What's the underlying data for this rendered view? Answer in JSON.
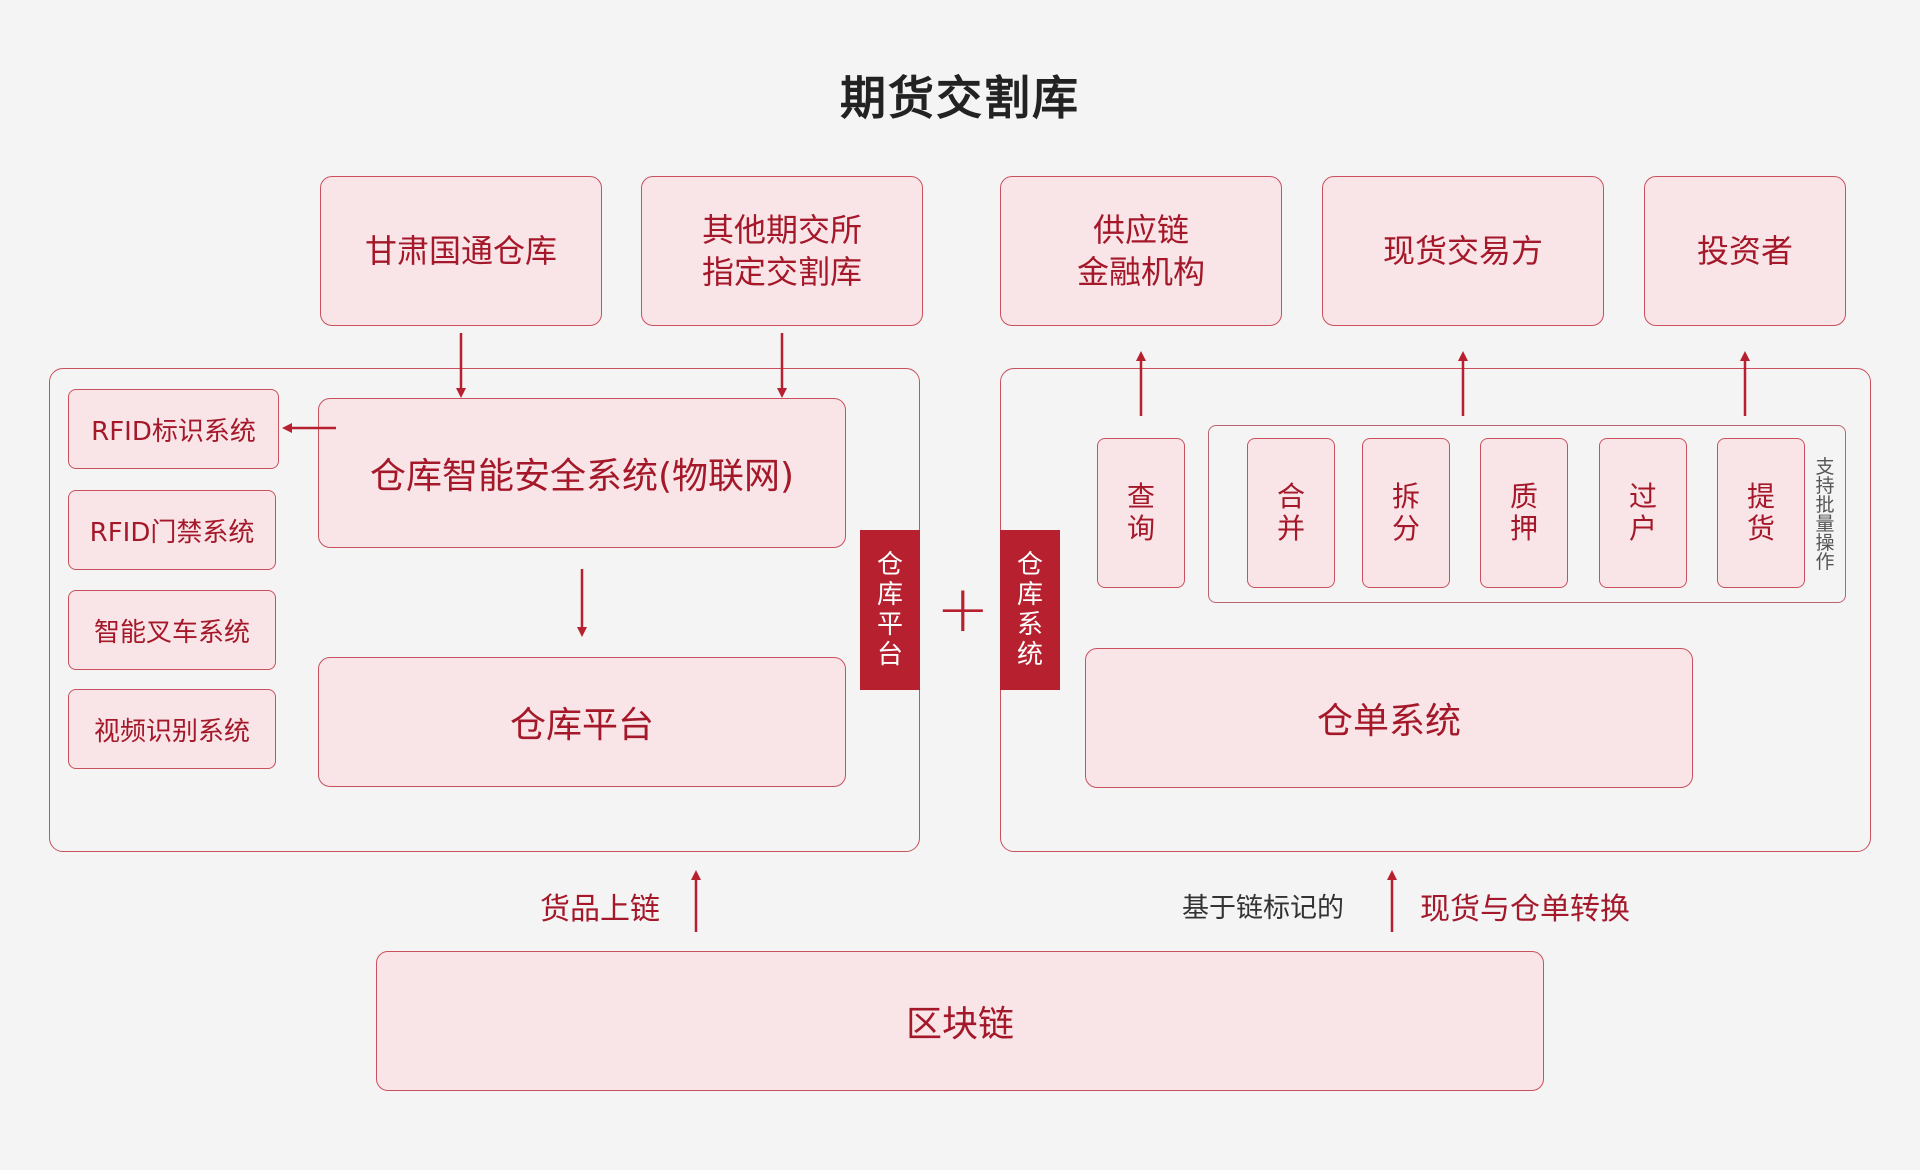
{
  "title": "期货交割库",
  "left_top": [
    "甘肃国通仓库",
    "其他期交所\n指定交割库"
  ],
  "left_side": [
    "RFID标识系统",
    "RFID门禁系统",
    "智能叉车系统",
    "视频识别系统"
  ],
  "left_main": [
    "仓库智能安全系统(物联网)",
    "仓库平台"
  ],
  "left_tab": "仓\n库\n平\n台",
  "plus": "+",
  "right_tab": "仓\n库\n系\n统",
  "right_top": [
    "供应链\n金融机构",
    "现货交易方",
    "投资者"
  ],
  "ops": {
    "query": "查\n询",
    "batch": [
      "合\n并",
      "拆\n分",
      "质\n押",
      "过\n户",
      "提\n货"
    ],
    "batch_note": "支\n持\n批\n量\n操\n作"
  },
  "right_main": "仓单系统",
  "bottom": {
    "left_label": "货品上链",
    "right_note": "基于链标记的",
    "right_label": "现货与仓单转换",
    "blockchain": "区块链"
  },
  "colors": {
    "accent": "#b6202f",
    "box_fill": "#f9e5e7",
    "box_border": "#c9505d",
    "text_red": "#a4182a",
    "background": "#f4f4f4"
  }
}
